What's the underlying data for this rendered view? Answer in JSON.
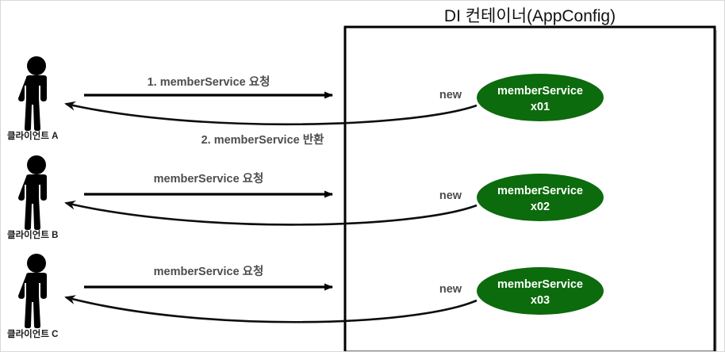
{
  "diagram": {
    "container": {
      "title": "DI 컨테이너(AppConfig)"
    },
    "rows": [
      {
        "client_label": "클라이언트 A",
        "client_icon": "person-icon",
        "request_label": "1. memberService 요청",
        "return_label": "2. memberService 반환",
        "new_label": "new",
        "bean_name": "memberService",
        "bean_instance": "x01",
        "bean_color": "#0c6b0c"
      },
      {
        "client_label": "클라이언트 B",
        "client_icon": "person-icon",
        "request_label": "memberService 요청",
        "return_label": "",
        "new_label": "new",
        "bean_name": "memberService",
        "bean_instance": "x02",
        "bean_color": "#0c6b0c"
      },
      {
        "client_label": "클라이언트 C",
        "client_icon": "person-icon",
        "request_label": "memberService 요청",
        "return_label": "",
        "new_label": "new",
        "bean_name": "memberService",
        "bean_instance": "x03",
        "bean_color": "#0c6b0c"
      }
    ],
    "colors": {
      "bean_fill": "#0c6b0c",
      "bean_text": "#ffffff",
      "label_text": "#4d4d4d",
      "client_text": "#1a1a1a",
      "line": "#000000",
      "frame_border": "#d8d8d8",
      "background": "#ffffff"
    }
  }
}
